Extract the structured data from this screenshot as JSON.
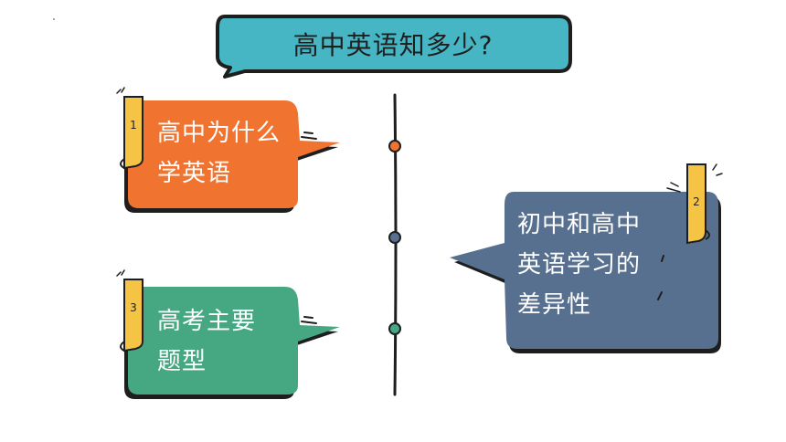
{
  "title": "高中英语知多少?",
  "cards": [
    {
      "number": "1",
      "text": "高中为什么\n学英语",
      "color": "#F07430"
    },
    {
      "number": "2",
      "text": "初中和高中\n英语学习的\n差异性",
      "color": "#58708F"
    },
    {
      "number": "3",
      "text": "高考主要\n题型",
      "color": "#46A883"
    }
  ],
  "colors": {
    "title_bubble": "#46B6C4",
    "tag": "#F6C444",
    "outline": "#1e1e1e",
    "timeline_dot_1": "#F07430",
    "timeline_dot_2": "#58708F",
    "timeline_dot_3": "#46A883"
  }
}
